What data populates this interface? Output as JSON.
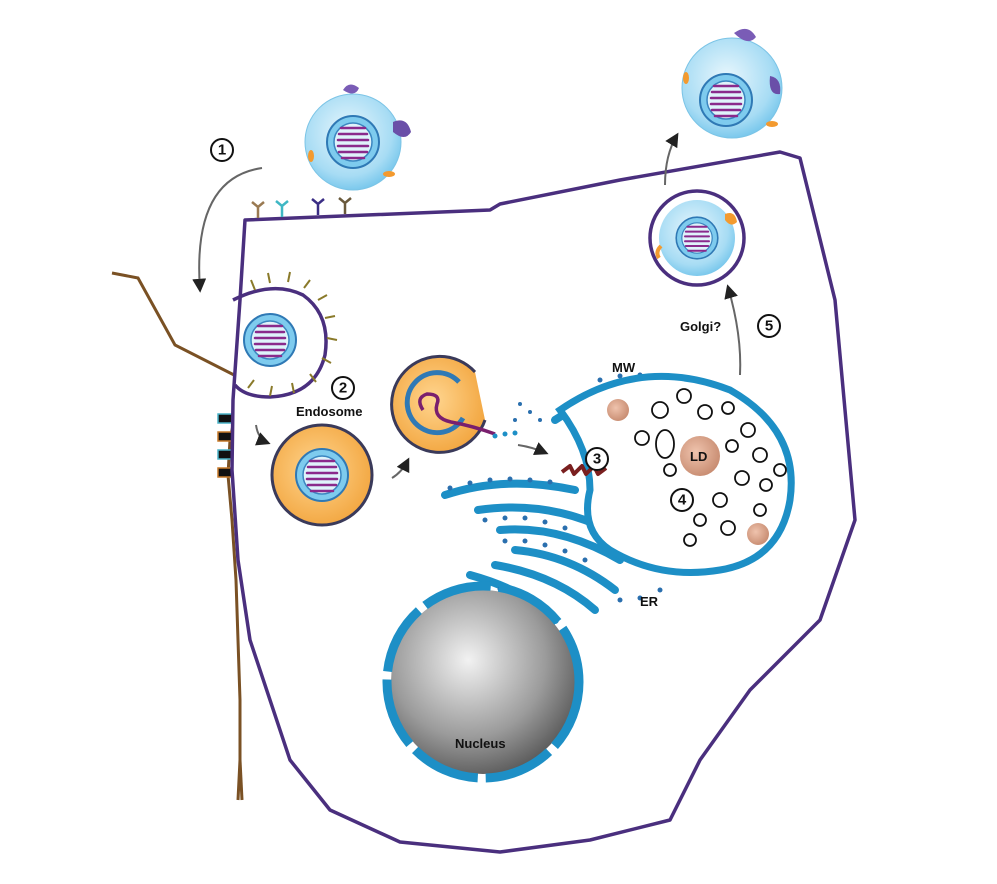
{
  "labels": {
    "endosome": "Endosome",
    "mw": "MW",
    "ld": "LD",
    "er": "ER",
    "nucleus": "Nucleus",
    "golgi": "Golgi?"
  },
  "steps": [
    "1",
    "2",
    "3",
    "4",
    "5"
  ],
  "colors": {
    "membrane": "#4a2f7e",
    "neuron": "#7a5124",
    "er": "#1d8fc6",
    "endosome": "#f4ac4b",
    "virion": "#bfe6f7",
    "rna": "#7a1f6e",
    "lipid": "#d79c80"
  }
}
